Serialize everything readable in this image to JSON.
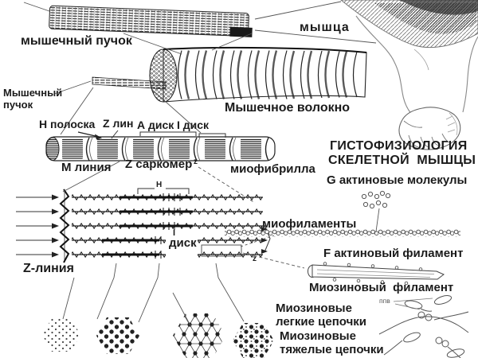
{
  "colors": {
    "ink": "#1a1a1a",
    "line": "#555555"
  },
  "labels": {
    "muscle_bundle_top": "мышечный пучок",
    "muscle": "мышца",
    "muscle_bundle_side": {
      "line1": "Мышечный",
      "line2": "пучок"
    },
    "muscle_fiber": "Мышечное волокно",
    "h_stripe": "Н полоска",
    "z_lin": "Z лин",
    "a_disk": "А диск",
    "i_disk": "I диск",
    "m_line": "М линия",
    "sarcomere": "Z саркомер",
    "z_tick_myofibril": "z",
    "myofibril": "миофибрилла",
    "heading_line1": "ГИСТОФИЗИОЛОГИЯ",
    "heading_line2": "СКЕЛЕТНОЙ  МЫШЦЫ",
    "g_actin": "G актиновые молекулы",
    "myofilaments": "миофиламенты",
    "z_line": "Z-линия",
    "h_zone": "H",
    "i_letter": "I",
    "disk": "диск",
    "z_tick_filament": "z",
    "f_actin": "F актиновый филамент",
    "myosin_filament": "Миозиновый  филамент",
    "myosin_light": {
      "line1": "Миозиновые",
      "line2": "легкие цепочки"
    },
    "myosin_heavy": {
      "line1": "Миозиновые",
      "line2": "тяжелые цепочки"
    },
    "myosin_tag": "ппв"
  }
}
